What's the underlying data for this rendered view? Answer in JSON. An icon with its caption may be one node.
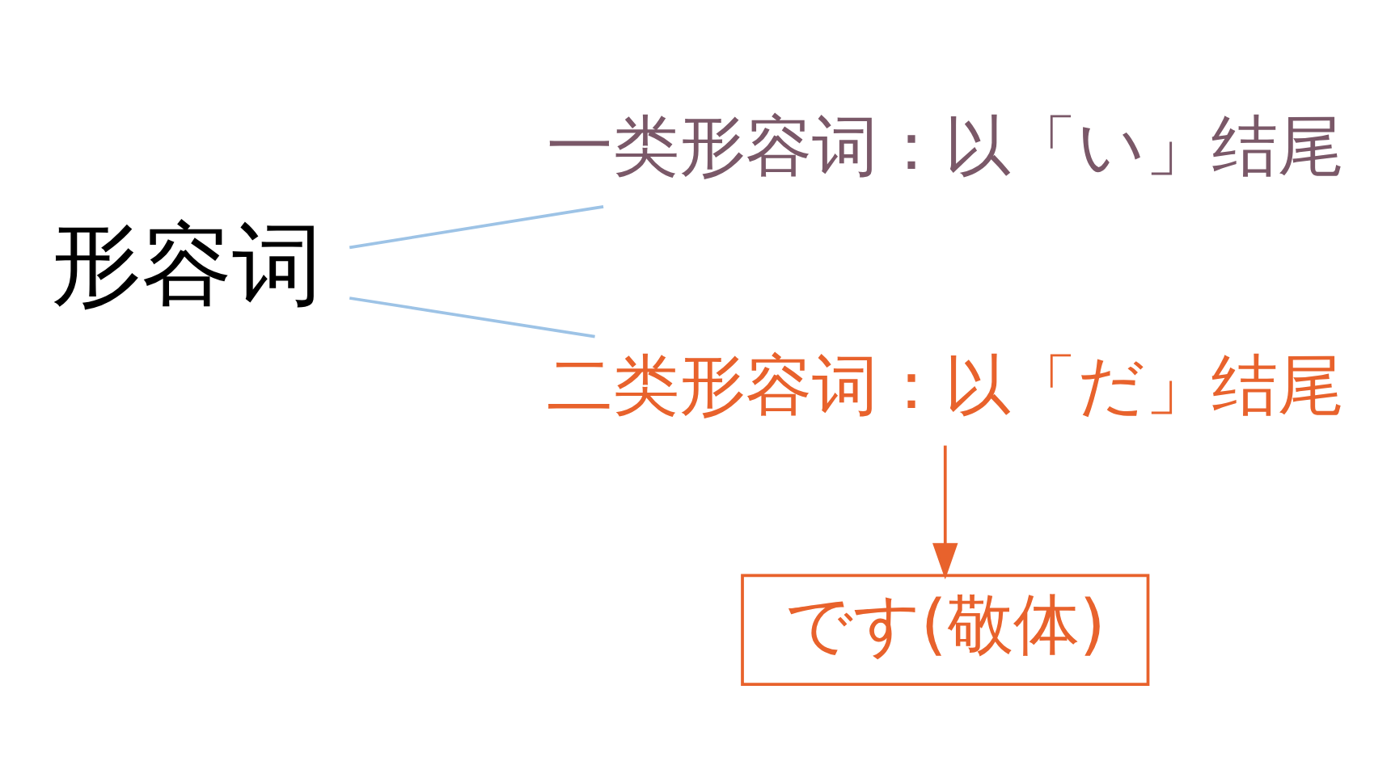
{
  "diagram": {
    "nodes": [
      {
        "text": [
          "形容词"
        ]
      },
      {
        "text": [
          "一类形容词：以「い」结尾"
        ]
      },
      {
        "text": [
          "二类形容词：以「だ」结尾"
        ]
      },
      {
        "text": [
          "です(敬体)"
        ]
      }
    ],
    "edges": [
      {
        "from": 0,
        "to": 1,
        "arrow": "none"
      },
      {
        "from": 0,
        "to": 2,
        "arrow": "none"
      },
      {
        "from": 2,
        "to": 3,
        "arrow": "to",
        "color": "#e8622c"
      }
    ]
  }
}
